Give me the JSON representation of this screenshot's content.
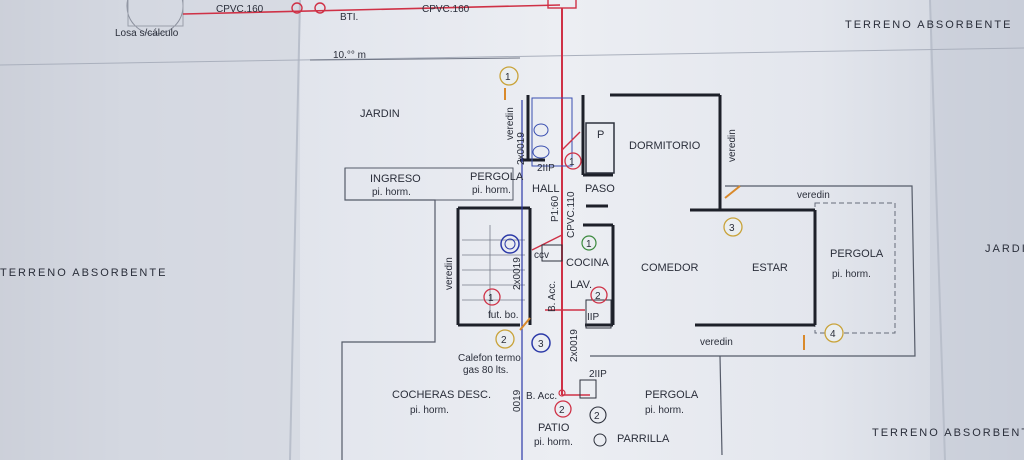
{
  "top": {
    "losa": "Losa s/cálculo",
    "pipe_left": "CPVC.160",
    "bti": "BTI.",
    "pipe_right": "CPVC.160",
    "dimension": "10.°° m"
  },
  "terreno": {
    "top_right": "TERRENO  ABSORBENTE",
    "left": "TERRENO  ABSORBENTE",
    "bottom_right": "TERRENO  ABSORBENTE",
    "jardin_right": "JARDIN"
  },
  "rooms": {
    "jardin": "JARDIN",
    "ingreso": "INGRESO",
    "ingreso_sub": "pi. horm.",
    "pergola_front": "PERGOLA",
    "pergola_front_sub": "pi. horm.",
    "hall": "HALL",
    "paso": "PASO",
    "dormitorio": "DORMITORIO",
    "p": "P",
    "cocina": "COCINA",
    "comedor": "COMEDOR",
    "estar": "ESTAR",
    "pergola_right": "PERGOLA",
    "pergola_right_sub": "pi. horm.",
    "lav": "LAV.",
    "iip": "IIP",
    "ccv": "ccv",
    "fut_bo": "fut. bo.",
    "cocheras": "COCHERAS DESC.",
    "cocheras_sub": "pi. horm.",
    "patio": "PATIO",
    "patio_sub": "pi. horm.",
    "pergola_bottom": "PERGOLA",
    "pergola_bottom_sub": "pi. horm.",
    "parrilla": "PARRILLA",
    "calefon_1": "Calefon termo",
    "calefon_2": "gas 80 lts.",
    "b_acc_bottom": "B. Acc.",
    "b_acc_mid": "B. Acc.",
    "iip_bottom": "2IIP",
    "iip_top": "2IIP"
  },
  "vertical_labels": {
    "vereda_top": "veredin",
    "pipe_2x0019_top": "2x0019",
    "vereda_left": "veredin",
    "pipe_2x0019_mid": "2x0019",
    "pipe_p160": "P1:60",
    "pipe_cpvc110": "CPVC.110",
    "pipe_2x0019_low": "2x0019",
    "pipe_0019": "0019",
    "vereda_dorm": "veredin"
  },
  "horizontal_labels": {
    "veredin_right": "veredin",
    "veredin_bottom": "veredin"
  },
  "markers": {
    "m1_top": "1",
    "m1_mid": "1",
    "m1_cocina": "1",
    "m1_bath": "1",
    "m2_lav": "2",
    "m2_left": "2",
    "m2_bottom": "2",
    "m2_parrilla": "2",
    "m3_estar": "3",
    "m3_calefon": "3",
    "m4": "4"
  }
}
